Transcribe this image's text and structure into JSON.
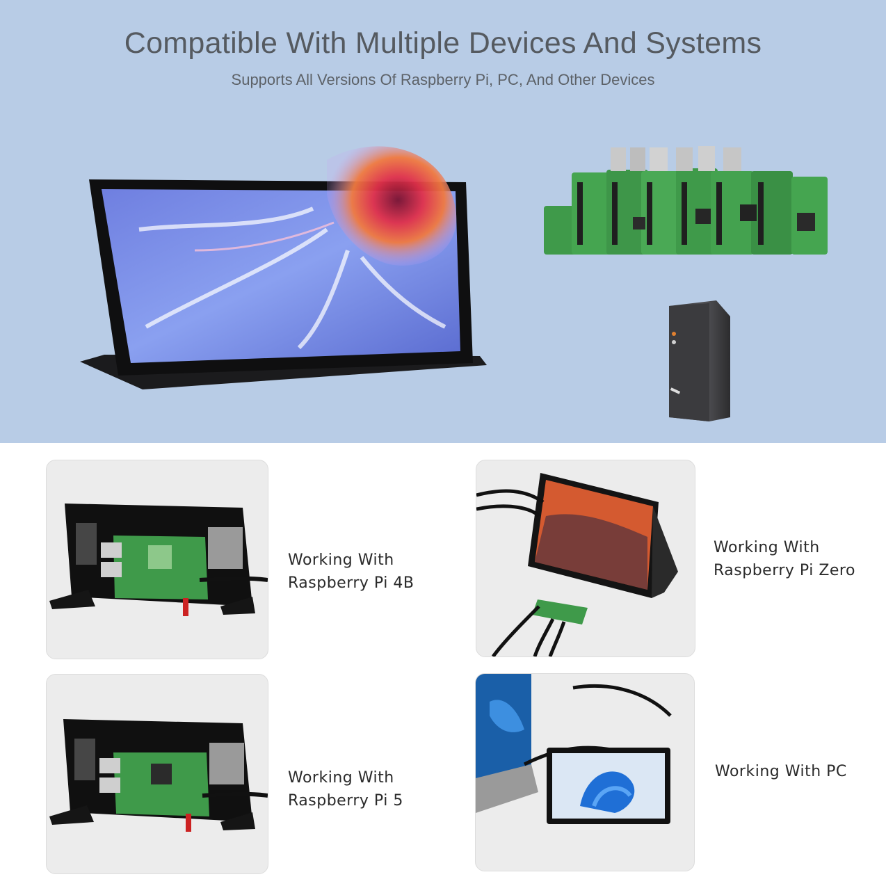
{
  "header": {
    "title": "Compatible With Multiple Devices And Systems",
    "subtitle": "Supports All Versions Of Raspberry Pi, PC, And Other Devices"
  },
  "cards": [
    {
      "line1": "Working With",
      "line2": "Raspberry Pi 4B"
    },
    {
      "line1": "Working With",
      "line2": "Raspberry Pi Zero"
    },
    {
      "line1": "Working With",
      "line2": "Raspberry Pi 5"
    },
    {
      "line1": "Working With PC",
      "line2": ""
    }
  ],
  "colors": {
    "hero_background": "#b8cce6",
    "board_green": "#3f9a4a",
    "screen_bezel": "#111111"
  }
}
